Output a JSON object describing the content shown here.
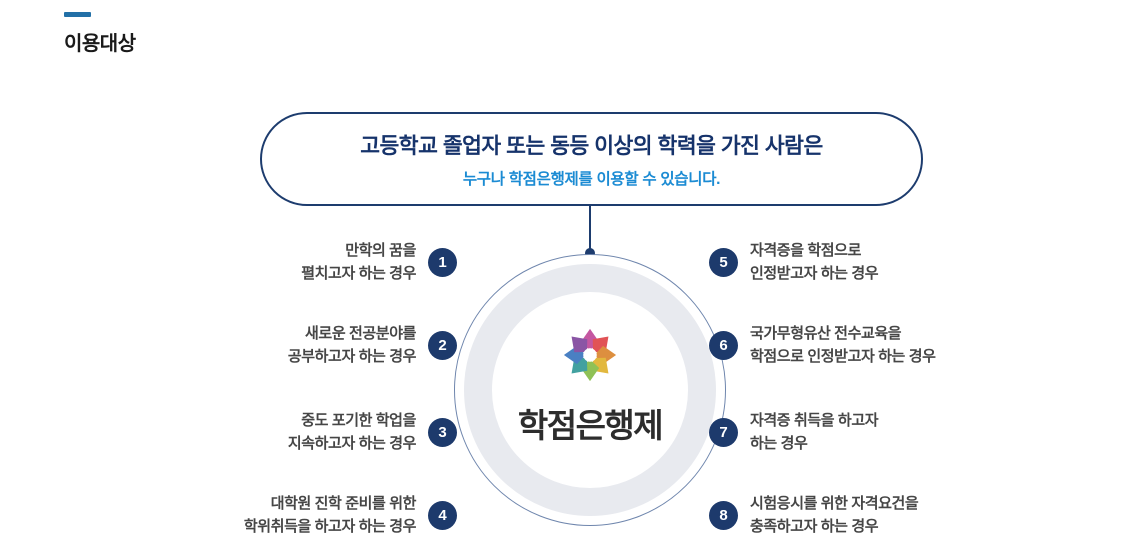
{
  "section": {
    "title": "이용대상"
  },
  "banner": {
    "title": "고등학교 졸업자 또는 동등 이상의 학력을 가진 사람은",
    "subtitle": "누구나 학점은행제를 이용할 수 있습니다."
  },
  "center": {
    "logo_text": "학점은행제",
    "logo_icon": "flower-pinwheel-icon",
    "petal_colors": [
      "#c457a1",
      "#e15356",
      "#dd8f3f",
      "#e2b83e",
      "#8fc156",
      "#42a1a0",
      "#4a80c3",
      "#8a55a5"
    ]
  },
  "colors": {
    "navy": "#1d3c6e",
    "accent_blue": "#1b8bd3",
    "dash_blue": "#2270a7",
    "ring_gray": "#e8eaef"
  },
  "diagram": {
    "left_items": [
      {
        "num": "1",
        "line1": "만학의 꿈을",
        "line2": "펼치고자 하는 경우"
      },
      {
        "num": "2",
        "line1": "새로운 전공분야를",
        "line2": "공부하고자 하는 경우"
      },
      {
        "num": "3",
        "line1": "중도 포기한 학업을",
        "line2": "지속하고자 하는 경우"
      },
      {
        "num": "4",
        "line1": "대학원 진학 준비를 위한",
        "line2": "학위취득을 하고자 하는 경우"
      }
    ],
    "right_items": [
      {
        "num": "5",
        "line1": "자격증을 학점으로",
        "line2": "인정받고자 하는 경우"
      },
      {
        "num": "6",
        "line1": "국가무형유산 전수교육을",
        "line2": "학점으로 인정받고자 하는 경우"
      },
      {
        "num": "7",
        "line1": "자격증 취득을 하고자",
        "line2": "하는 경우"
      },
      {
        "num": "8",
        "line1": "시험응시를 위한 자격요건을",
        "line2": "충족하고자 하는 경우"
      }
    ]
  }
}
